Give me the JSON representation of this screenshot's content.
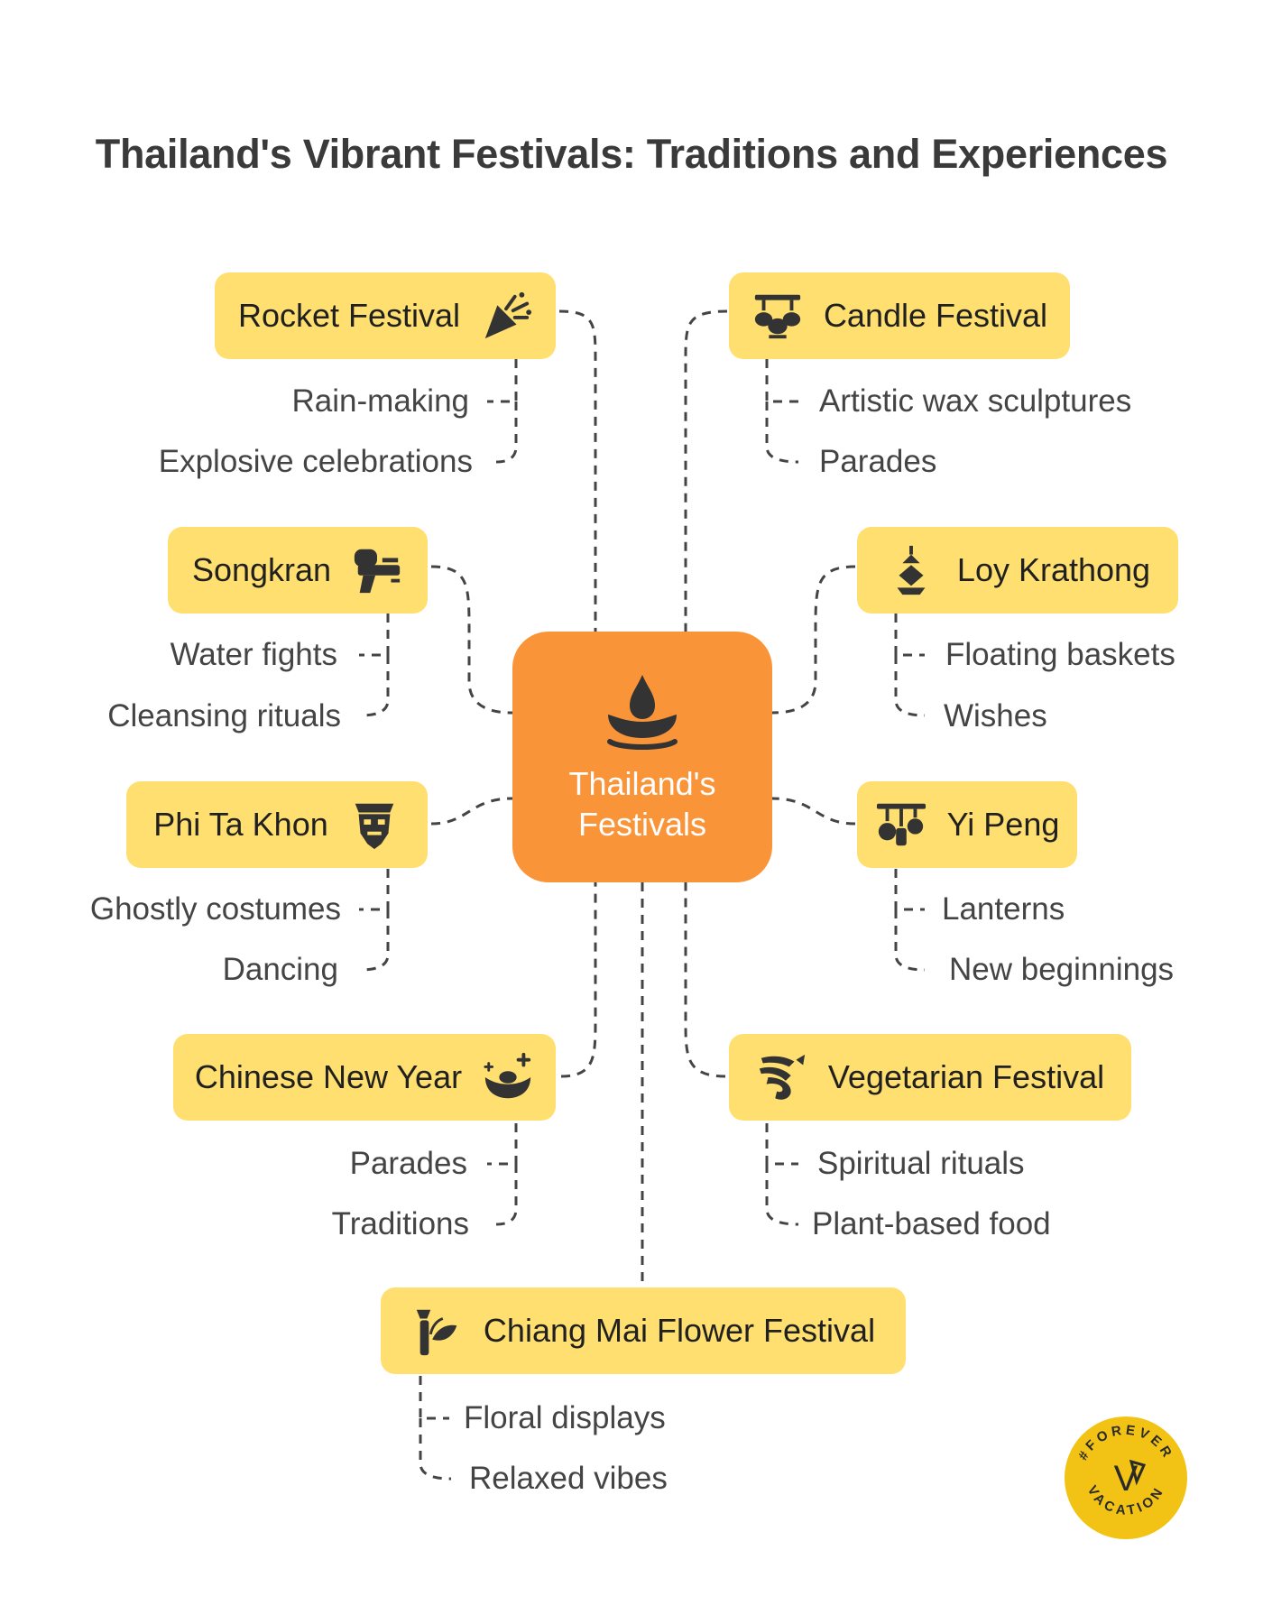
{
  "title": "Thailand's Vibrant Festivals: Traditions and Experiences",
  "colors": {
    "node_fill": "#FFDF6F",
    "center_fill": "#FA9439",
    "text": "#202020",
    "leaf_text": "#444444",
    "connector": "#444444",
    "icon": "#333333",
    "badge_fill": "#F2C315"
  },
  "center": {
    "label": "Thailand's Festivals",
    "icon": "oil-lamp-icon"
  },
  "festivals": {
    "rocket": {
      "label": "Rocket Festival",
      "icon": "party-popper-icon",
      "details": [
        "Rain-making",
        "Explosive celebrations"
      ]
    },
    "candle": {
      "label": "Candle Festival",
      "icon": "lanterns-icon",
      "details": [
        "Artistic wax sculptures",
        "Parades"
      ]
    },
    "songkran": {
      "label": "Songkran",
      "icon": "water-gun-icon",
      "details": [
        "Water fights",
        "Cleansing rituals"
      ]
    },
    "loy": {
      "label": "Loy Krathong",
      "icon": "krathong-icon",
      "details": [
        "Floating baskets",
        "Wishes"
      ]
    },
    "phi": {
      "label": "Phi Ta Khon",
      "icon": "ghost-mask-icon",
      "details": [
        "Ghostly costumes",
        "Dancing"
      ]
    },
    "yipeng": {
      "label": "Yi Peng",
      "icon": "hanging-lanterns-icon",
      "details": [
        "Lanterns",
        "New beginnings"
      ]
    },
    "cny": {
      "label": "Chinese New Year",
      "icon": "gold-ingot-icon",
      "details": [
        "Parades",
        "Traditions"
      ]
    },
    "veg": {
      "label": "Vegetarian Festival",
      "icon": "dragon-icon",
      "details": [
        "Spiritual rituals",
        "Plant-based food"
      ]
    },
    "chiang": {
      "label": "Chiang Mai Flower Festival",
      "icon": "flower-icon",
      "details": [
        "Floral displays",
        "Relaxed vibes"
      ]
    }
  },
  "badge": {
    "top_text": "#FOREVER",
    "bottom_text": "VACATION",
    "monogram": "V"
  }
}
